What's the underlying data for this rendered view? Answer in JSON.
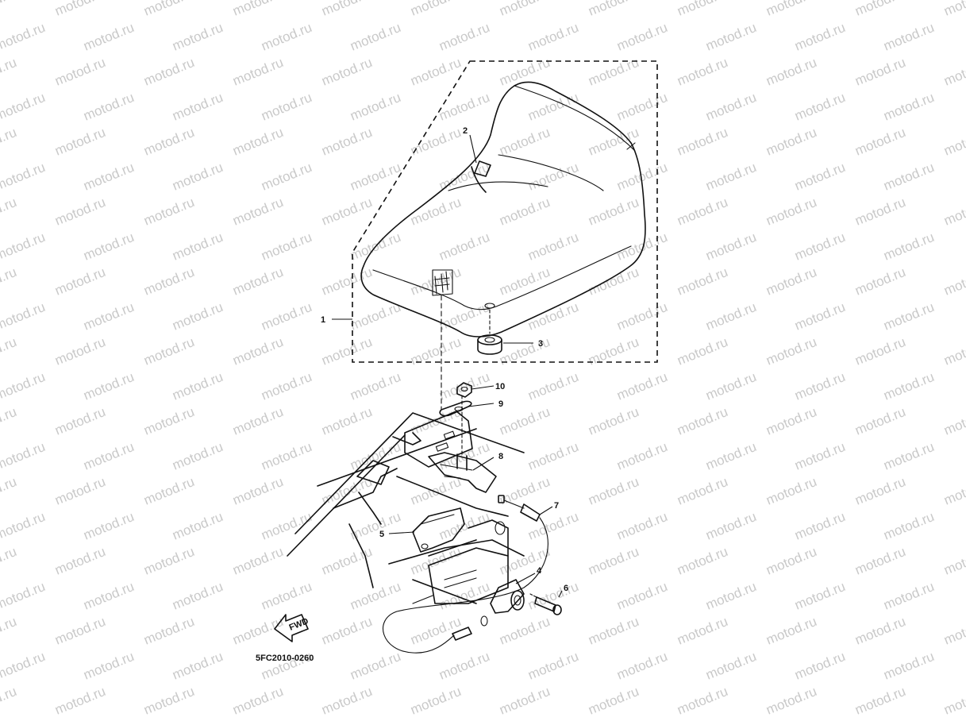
{
  "watermark": "motod.ru",
  "diagram_code": "5FC2010-0260",
  "fwd_label": "FWD",
  "callouts": [
    "1",
    "2",
    "3",
    "4",
    "5",
    "6",
    "7",
    "8",
    "9",
    "10"
  ]
}
